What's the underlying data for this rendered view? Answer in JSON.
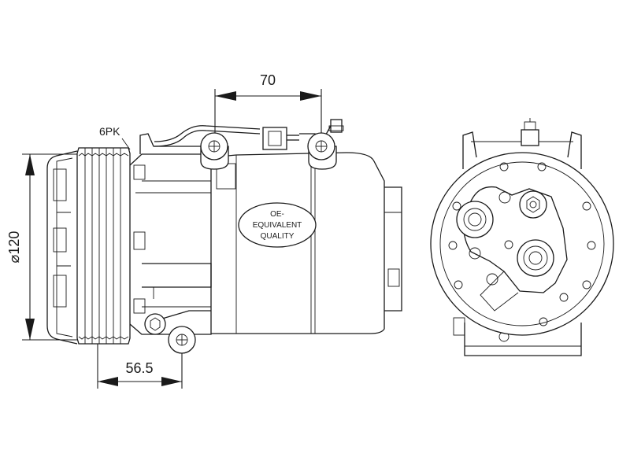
{
  "dimensions": {
    "width_label": "70",
    "diameter_label": "⌀120",
    "offset_label": "56.5"
  },
  "labels": {
    "belt_type": "6PK",
    "badge_line1": "OE-",
    "badge_line2": "EQUIVALENT",
    "badge_line3": "QUALITY"
  }
}
